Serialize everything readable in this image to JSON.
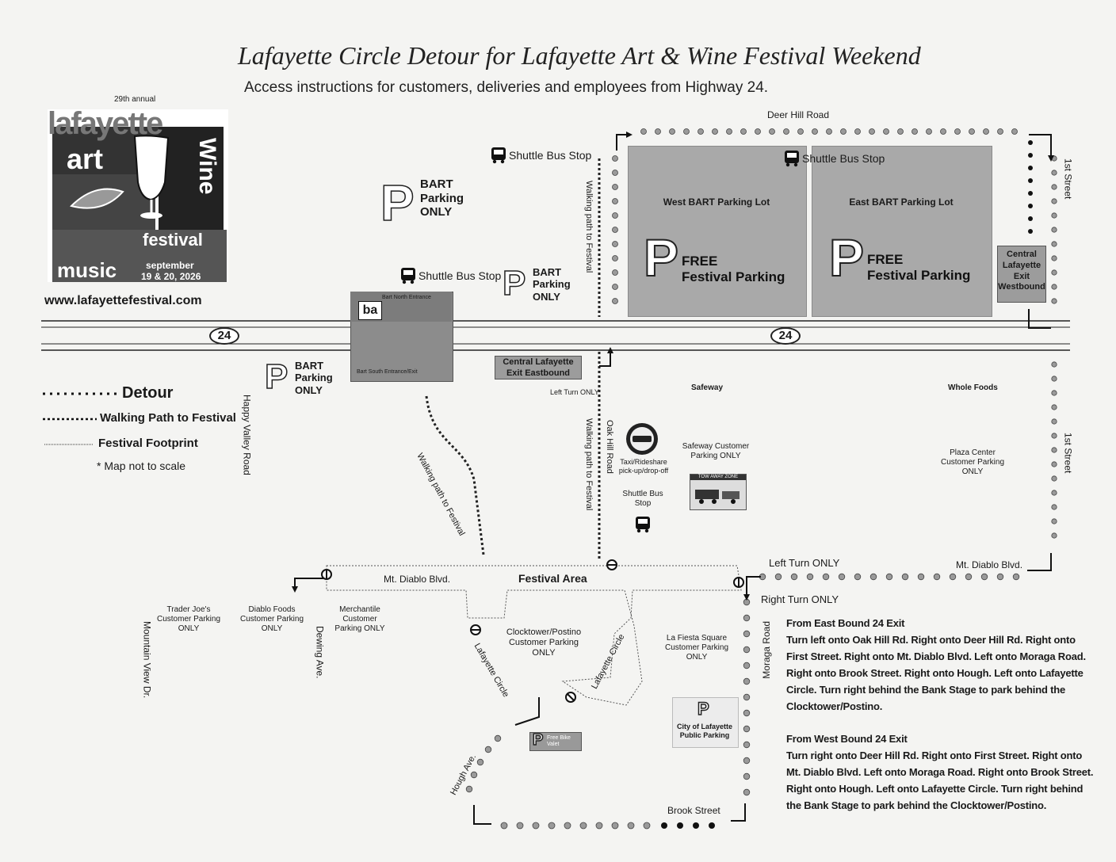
{
  "header": {
    "title": "Lafayette Circle Detour for Lafayette Art & Wine Festival Weekend",
    "subtitle": "Access instructions for customers, deliveries and employees from Highway 24."
  },
  "logo": {
    "annual": "29th annual",
    "word1": "lafayette",
    "art": "art",
    "wine": "Wine",
    "festival": "festival",
    "music": "music",
    "month": "september",
    "dates": "19 & 20, 2026",
    "url": "www.lafayettefestival.com"
  },
  "legend": {
    "detour": "Detour",
    "walking": "Walking Path to Festival",
    "footprint": "Festival Footprint",
    "note": "* Map not to scale"
  },
  "roads": {
    "deer_hill": "Deer Hill Road",
    "first_street_top": "1st Street",
    "first_street_mid": "1st Street",
    "happy_valley": "Happy Valley Road",
    "oak_hill": "Oak Hill Road",
    "mt_diablo_left": "Mt. Diablo Blvd.",
    "mt_diablo_right": "Mt. Diablo Blvd.",
    "dewing": "Dewing Ave.",
    "mountain_view": "Mountain View Dr.",
    "moraga": "Moraga Road",
    "brook": "Brook Street",
    "hough": "Hough Ave.",
    "lafayette_circle_1": "Lafayette Circle",
    "lafayette_circle_2": "Lafayette Circle",
    "highway": "24"
  },
  "lots": {
    "west_bart": "West BART Parking Lot",
    "east_bart": "East BART Parking Lot",
    "free_parking_line1": "FREE",
    "free_parking_line2": "Festival Parking",
    "bart_parking": [
      "BART",
      "Parking",
      "ONLY"
    ],
    "bart_north": "Bart North Entrance",
    "bart_south": "Bart South Entrance/Exit",
    "bart_logo": "ba"
  },
  "stops": {
    "shuttle_top": "Shuttle Bus Stop",
    "shuttle_lot": "Shuttle Bus Stop",
    "shuttle_bart": "Shuttle Bus Stop",
    "shuttle_safeway": "Shuttle Bus Stop"
  },
  "exits": {
    "central_westbound": "Central Lafayette Exit Westbound",
    "central_eastbound": "Central Lafayette Exit Eastbound",
    "left_turn_only_small": "Left Turn ONLY",
    "left_turn_only": "Left Turn ONLY",
    "right_turn_only": "Right Turn ONLY"
  },
  "places": {
    "safeway": "Safeway",
    "whole_foods": "Whole Foods",
    "safeway_parking": "Safeway Customer Parking ONLY",
    "plaza_center": "Plaza Center Customer Parking ONLY",
    "taxi": "Taxi/Rideshare pick-up/drop-off",
    "tow_sign": "TOW AWAY ZONE",
    "trader_joes": "Trader Joe's Customer Parking ONLY",
    "diablo_foods": "Diablo Foods Customer Parking ONLY",
    "merchantile": "Merchantile Customer Parking ONLY",
    "clocktower": "Clocktower/Postino Customer Parking ONLY",
    "la_fiesta": "La Fiesta Square Customer Parking ONLY",
    "city_parking": "City of Lafayette Public Parking",
    "festival_area": "Festival Area",
    "walking_path": "Walking path to Festival",
    "bike_valet": "Free Bike Valet"
  },
  "instructions": {
    "east_heading": "From East Bound 24 Exit",
    "east_text": "Turn left onto Oak Hill Rd. Right onto Deer Hill Rd. Right onto First Street. Right onto Mt. Diablo Blvd. Left onto Moraga Road. Right onto Brook Street. Right onto Hough. Left onto Lafayette Circle. Turn right behind the Bank Stage to park behind the Clocktower/Postino.",
    "west_heading": "From West Bound 24 Exit",
    "west_text": "Turn right onto Deer Hill Rd. Right onto First Street. Right onto Mt. Diablo Blvd. Left onto Moraga Road. Right onto Brook Street. Right onto Hough. Left onto Lafayette Circle. Turn right behind the Bank Stage to park behind the Clocktower/Postino."
  },
  "colors": {
    "lot_gray": "#a9a9a9",
    "detour_dot": "#9a9a9a",
    "ink": "#1a1a1a"
  }
}
